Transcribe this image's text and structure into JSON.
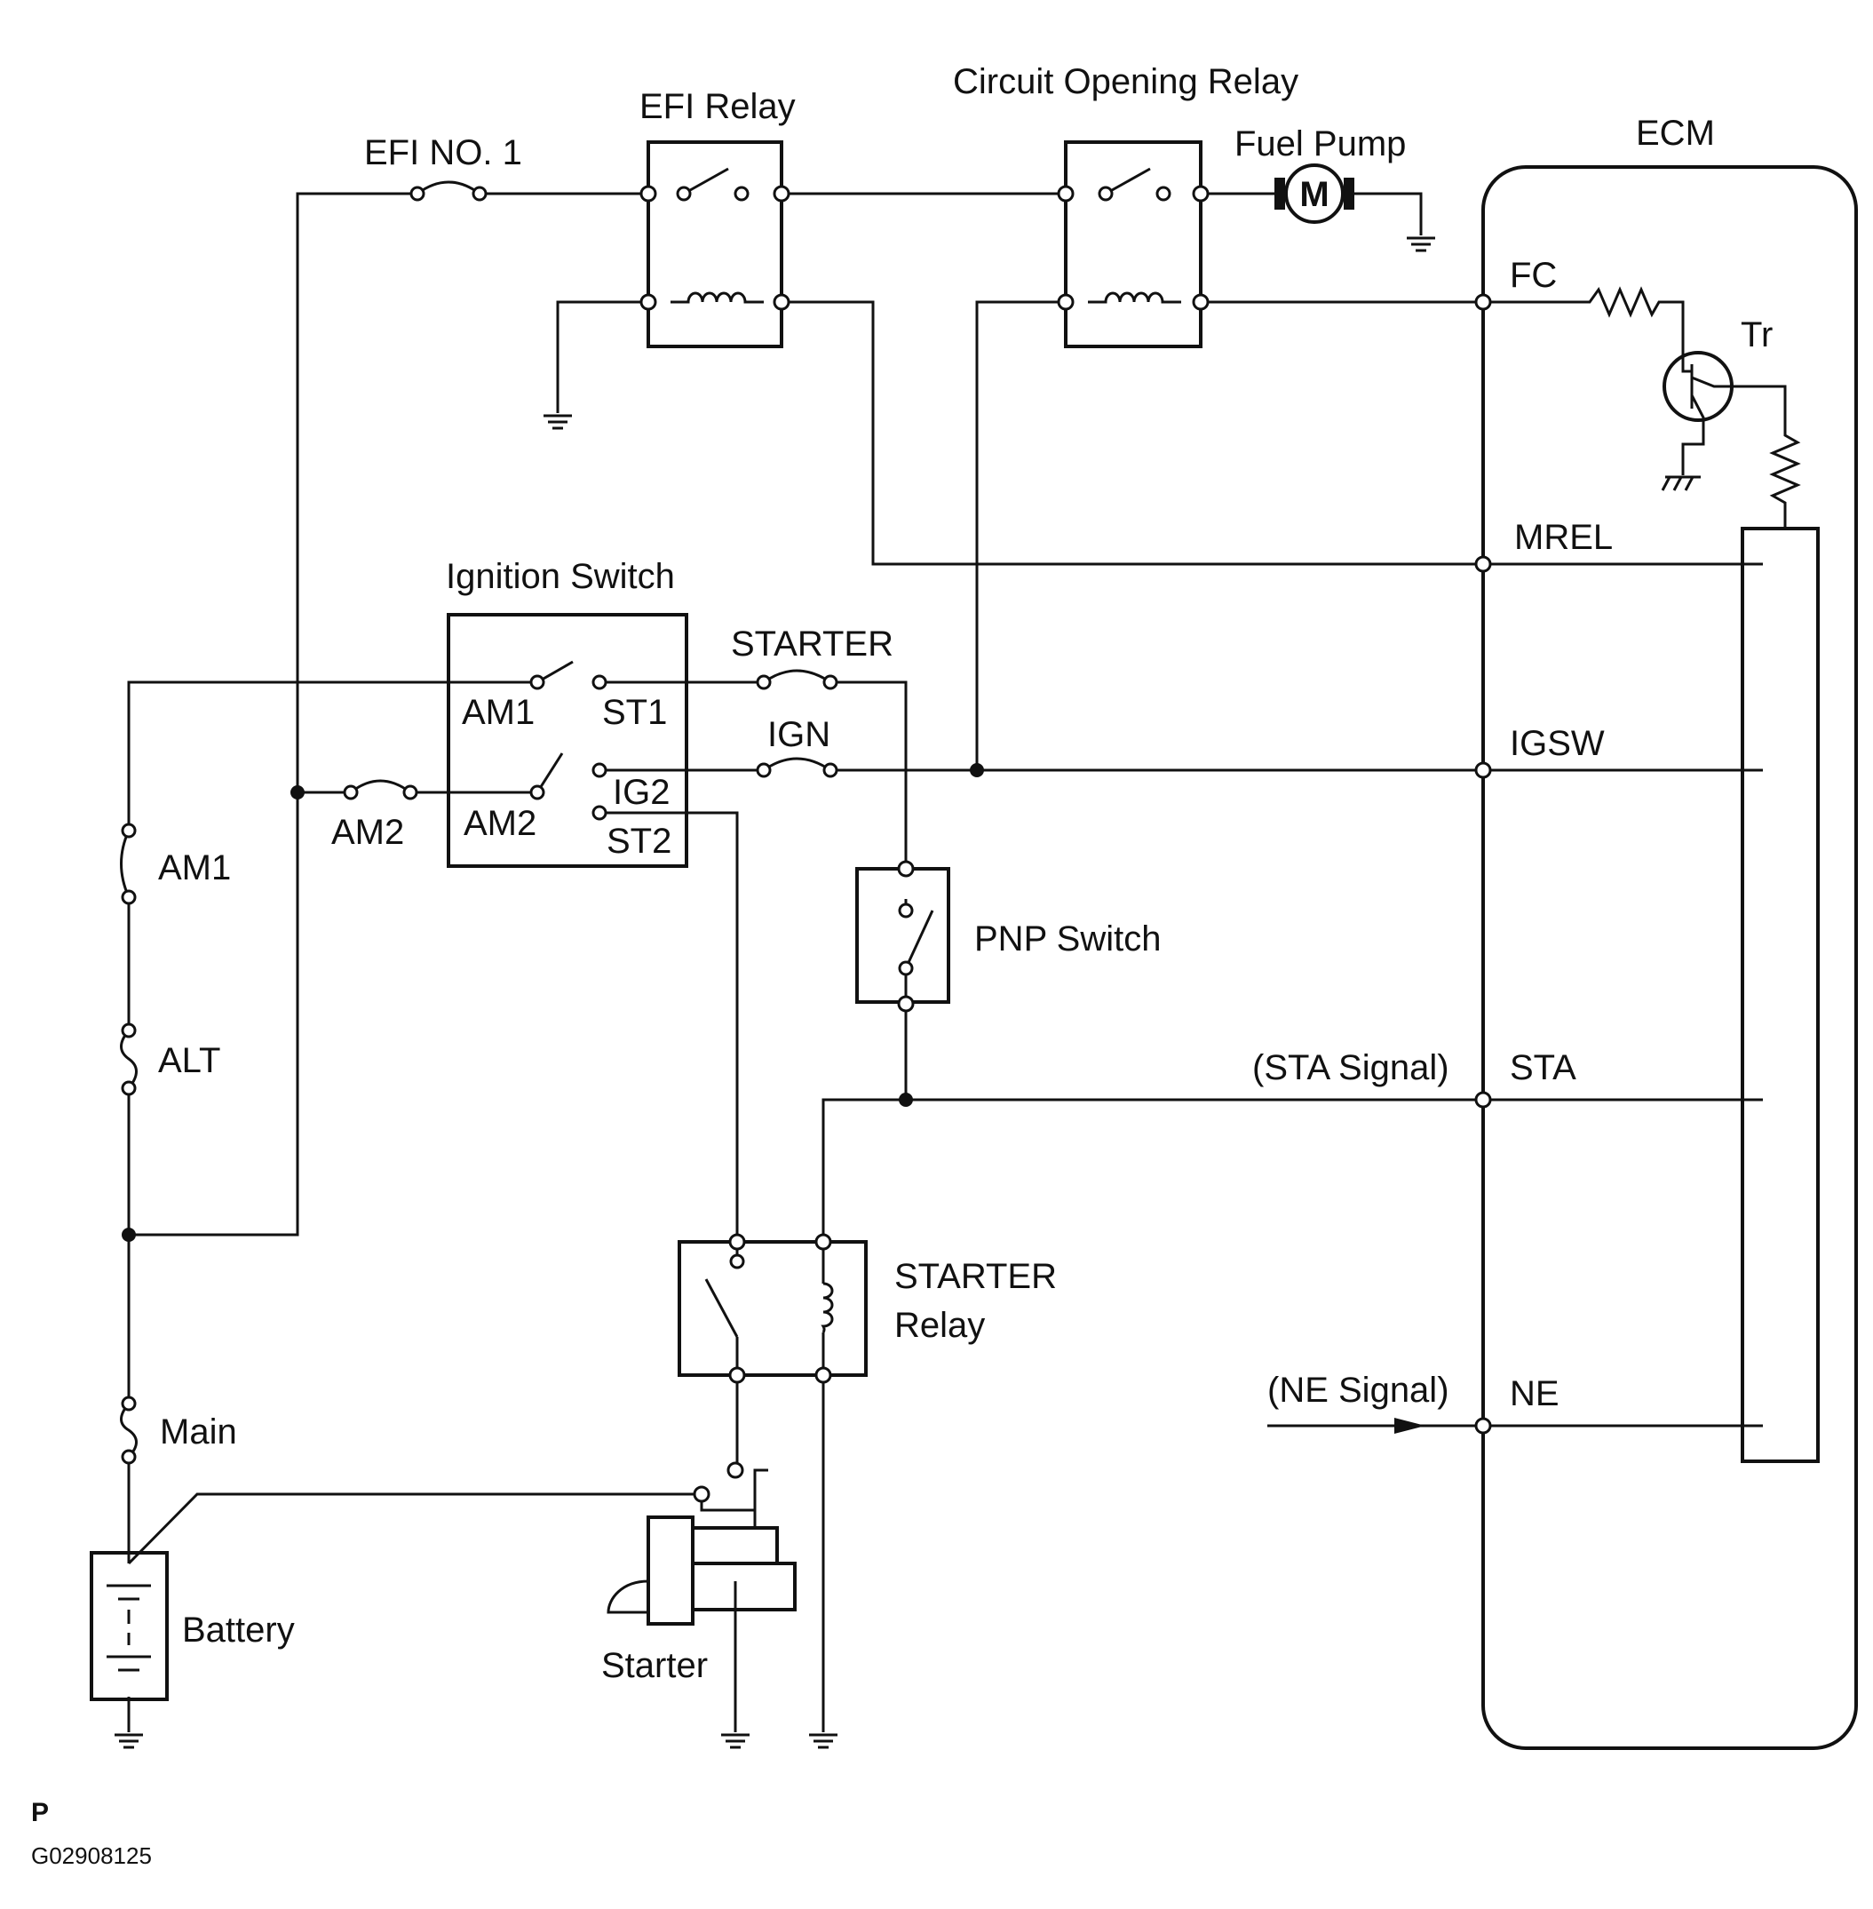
{
  "colors": {
    "line": "#111111",
    "background": "#ffffff"
  },
  "labels": {
    "efi_no1": "EFI NO. 1",
    "efi_relay": "EFI Relay",
    "circuit_opening_relay": "Circuit Opening Relay",
    "fuel_pump": "Fuel Pump",
    "motor_symbol": "M",
    "ecm": "ECM",
    "fc": "FC",
    "tr": "Tr",
    "mrel": "MREL",
    "ignition_switch": "Ignition Switch",
    "starter_fuse": "STARTER",
    "am1_switch": "AM1",
    "st1": "ST1",
    "ign": "IGN",
    "igsw": "IGSW",
    "am2_fuse": "AM2",
    "am2_switch": "AM2",
    "ig2": "IG2",
    "st2": "ST2",
    "am1_fuse": "AM1",
    "pnp_switch": "PNP Switch",
    "alt": "ALT",
    "sta_signal": "(STA Signal)",
    "sta": "STA",
    "starter_relay_line1": "STARTER",
    "starter_relay_line2": "Relay",
    "ne_signal": "(NE Signal)",
    "ne": "NE",
    "main": "Main",
    "battery": "Battery",
    "starter": "Starter",
    "page_letter": "P",
    "figure_code": "G02908125"
  }
}
